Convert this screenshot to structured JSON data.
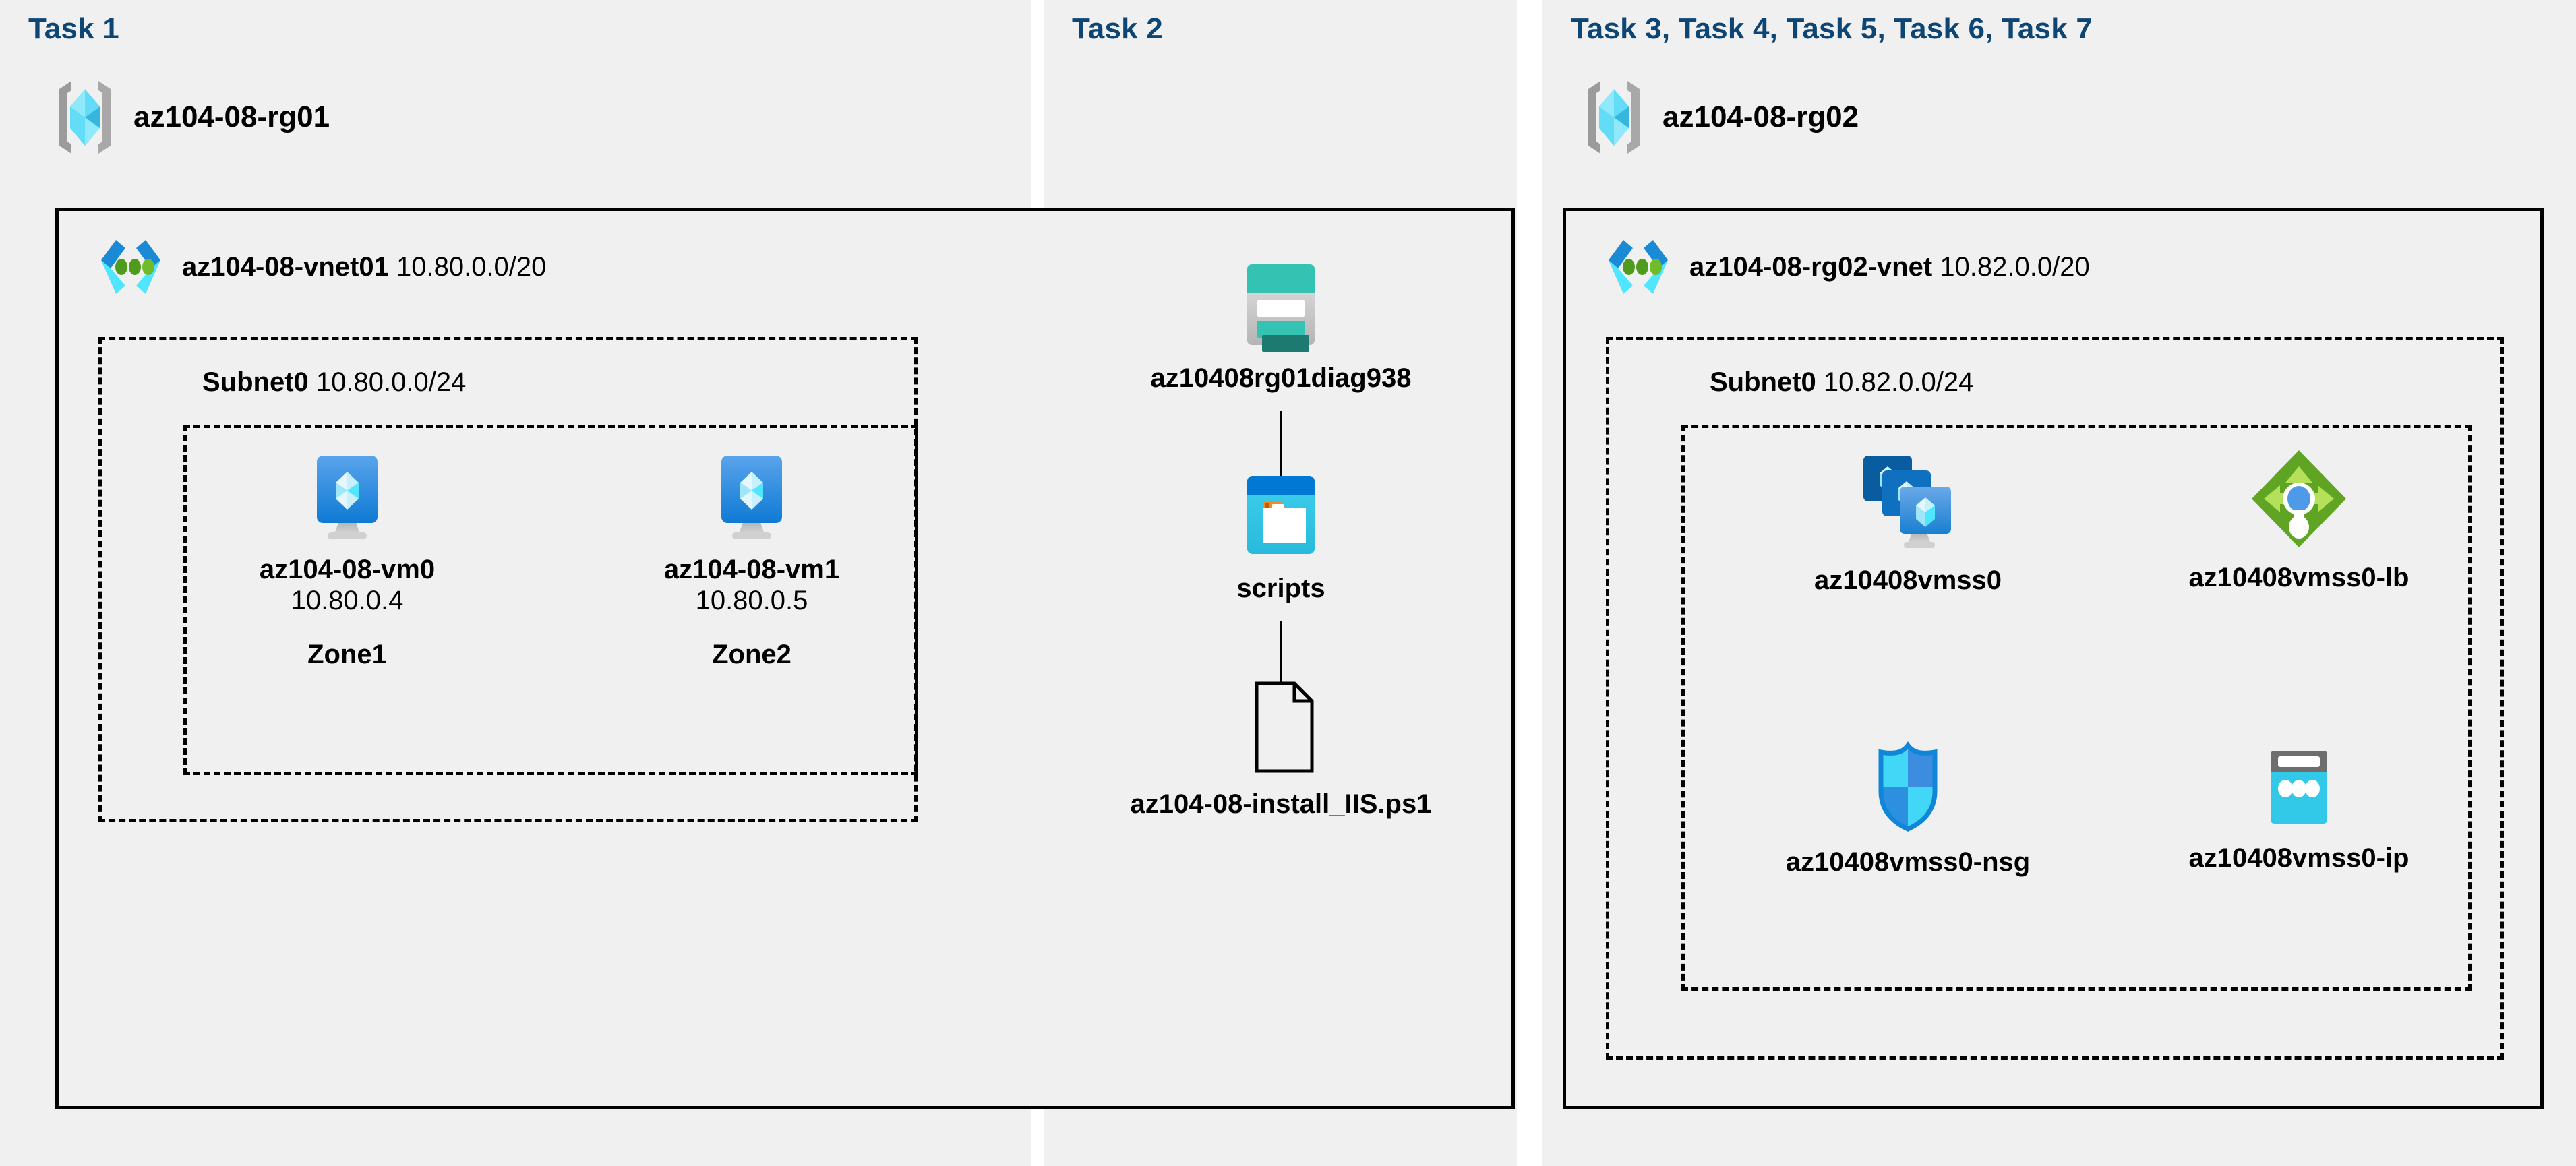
{
  "diagram": {
    "title": "Azure AZ-104 Lab 08 architecture",
    "background": "#f0f0f0",
    "heading_color": "#0d4574"
  },
  "panels": [
    {
      "id": "task1",
      "title": "Task 1"
    },
    {
      "id": "task2",
      "title": "Task 2"
    },
    {
      "id": "task3to7",
      "title": "Task 3, Task 4, Task 5, Task 6, Task 7"
    }
  ],
  "resource_groups": [
    {
      "id": "rg01",
      "name": "az104-08-rg01",
      "icon": "resource-group-icon"
    },
    {
      "id": "rg02",
      "name": "az104-08-rg02",
      "icon": "resource-group-icon"
    }
  ],
  "vnets": [
    {
      "id": "vnet01",
      "name": "az104-08-vnet01",
      "cidr": "10.80.0.0/20",
      "icon": "virtual-network-icon"
    },
    {
      "id": "rg02vnet",
      "name": "az104-08-rg02-vnet",
      "cidr": "10.82.0.0/20",
      "icon": "virtual-network-icon"
    }
  ],
  "subnets": [
    {
      "id": "subnet0_vnet01",
      "name": "Subnet0",
      "cidr": "10.80.0.0/24"
    },
    {
      "id": "subnet0_rg02vnet",
      "name": "Subnet0",
      "cidr": "10.82.0.0/24"
    }
  ],
  "vms": [
    {
      "id": "vm0",
      "name": "az104-08-vm0",
      "ip": "10.80.0.4",
      "zone": "Zone1",
      "icon": "virtual-machine-icon"
    },
    {
      "id": "vm1",
      "name": "az104-08-vm1",
      "ip": "10.80.0.5",
      "zone": "Zone2",
      "icon": "virtual-machine-icon"
    }
  ],
  "storage": {
    "account": {
      "name": "az10408rg01diag938",
      "icon": "storage-account-icon"
    },
    "container": {
      "name": "scripts",
      "icon": "blob-container-icon"
    },
    "file": {
      "name": "az104-08-install_IIS.ps1",
      "icon": "file-icon"
    }
  },
  "scale_set_resources": [
    {
      "id": "vmss",
      "name": "az10408vmss0",
      "icon": "vm-scale-set-icon"
    },
    {
      "id": "lb",
      "name": "az10408vmss0-lb",
      "icon": "load-balancer-icon"
    },
    {
      "id": "nsg",
      "name": "az10408vmss0-nsg",
      "icon": "network-security-group-icon"
    },
    {
      "id": "ip",
      "name": "az10408vmss0-ip",
      "icon": "public-ip-address-icon"
    }
  ],
  "colors": {
    "panel_bg": "#f0f0f0",
    "heading": "#0d4574",
    "vnet_blue_dark": "#1b8ad6",
    "vnet_blue_light": "#50e6ff",
    "vnet_green": "#4f9b1e",
    "vm_blue_top": "#4a9ae8",
    "vm_blue_bottom": "#0f7ad4",
    "storage_teal": "#34c3b2",
    "storage_teal_dark": "#1d7a70",
    "container_blue": "#0078d4",
    "container_cyan": "#32c8e8",
    "container_orange": "#f28c1c",
    "lb_green": "#5fa523",
    "lb_green_light": "#b4e05a",
    "lb_center_blue": "#4f9ae8",
    "nsg_cyan": "#42d7f7",
    "nsg_blue": "#3c8de0",
    "nsg_outline": "#0f86d8",
    "ip_gray": "#6e6e6e",
    "ip_cyan": "#32c8e8",
    "rg_gray": "#9b9b9b",
    "rg_cyan": "#63dcf7",
    "rg_blue": "#36b6dc"
  }
}
